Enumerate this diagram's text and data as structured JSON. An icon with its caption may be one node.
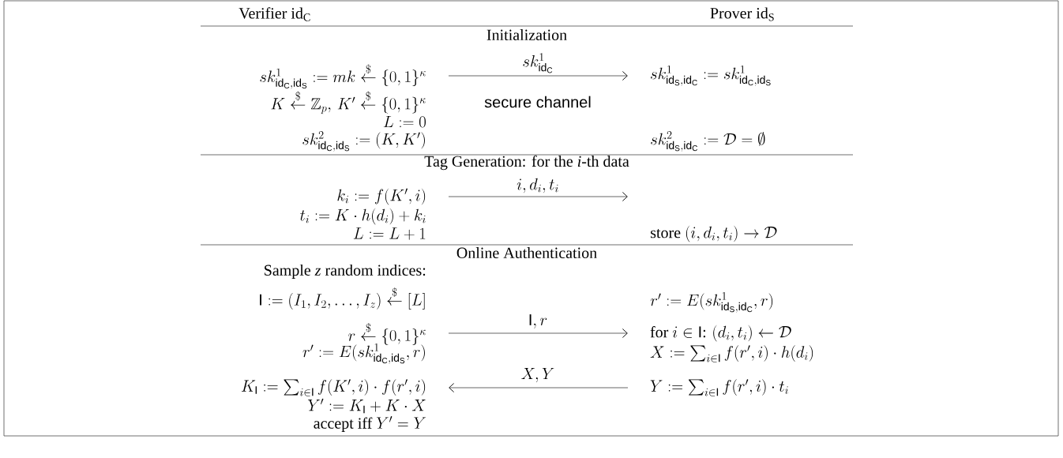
{
  "diagram": {
    "nodes": [
      {
        "text": [
          "sk^{1}_{\\mathsf{id}_\\mathsf{C},\\mathsf{id}_\\mathsf{S}} := mk \\overset{\\$}{\\leftarrow} \\{0,1\\}^{\\kappa}"
        ]
      },
      {
        "text": [
          "sk^{1}_{\\mathsf{id}_\\mathsf{S},\\mathsf{id}_\\mathsf{C}} := sk^{1}_{\\mathsf{id}_\\mathsf{C},\\mathsf{id}_\\mathsf{S}}"
        ]
      },
      {
        "text": [
          "k_i := f(K',i)"
        ]
      },
      {
        "text": [
          "r \\overset{\\$}{\\leftarrow} \\{0,1\\}^{\\kappa}"
        ]
      },
      {
        "text": [
          "\\text{for } i \\in \\mathsf{I}\\text{: } (d_i,t_i) \\leftarrow \\mathcal{D}"
        ]
      },
      {
        "text": [
          "K_{\\mathsf{I}} := \\sum_{i\\in\\mathsf{I}} f(K',i)\\cdot f(r',i)"
        ]
      },
      {
        "text": [
          "Y := \\sum_{i\\in\\mathsf{I}} f(r',i)\\cdot t_i"
        ]
      }
    ],
    "edges": [
      {
        "from": 0,
        "to": 1,
        "arrow": "to",
        "label": "sk^{1}_{\\mathsf{id}_\\mathsf{C}}"
      },
      {
        "from": 2,
        "to": null,
        "arrow": "to",
        "label": "i, d_i, t_i"
      },
      {
        "from": 3,
        "to": 4,
        "arrow": "to",
        "label": "\\mathsf{I}, r"
      },
      {
        "from": 6,
        "to": 5,
        "arrow": "to",
        "label": "X, Y"
      }
    ],
    "labels": [
      "Verifier id$_{C}$",
      "Prover id$_{S}$",
      "Initialization",
      "secure channel",
      "K \\overset{\\$}{\\leftarrow} \\mathbb{Z}_p,\\, K' \\overset{\\$}{\\leftarrow} \\{0,1\\}^{\\kappa}",
      "L := 0",
      "sk^{2}_{\\mathsf{id}_\\mathsf{C},\\mathsf{id}_\\mathsf{S}} := (K,K')",
      "sk^{2}_{\\mathsf{id}_\\mathsf{S},\\mathsf{id}_\\mathsf{C}} := \\mathcal{D} = \\emptyset",
      "Tag Generation: for the *i*-th data",
      "t_i := K\\cdot h(d_i) + k_i",
      "L := L+1",
      "\\text{store } (i,d_i,t_i) \\rightarrow \\mathcal{D}",
      "Online Authentication",
      "Sample *z* random indices:",
      "\\mathsf{I} := (I_1,I_2,\\ldots,I_z) \\overset{\\$}{\\leftarrow} [L]",
      "r' := E(sk^{1}_{\\mathsf{id}_\\mathsf{S},\\mathsf{id}_\\mathsf{C}}, r)",
      "r' := E(sk^{1}_{\\mathsf{id}_\\mathsf{C},\\mathsf{id}_\\mathsf{S}}, r)",
      "X := \\sum_{i\\in\\mathsf{I}} f(r',i)\\cdot h(d_i)",
      "Y' := K_{\\mathsf{I}} + K\\cdot X",
      "\\text{accept iff } Y' = Y"
    ]
  }
}
